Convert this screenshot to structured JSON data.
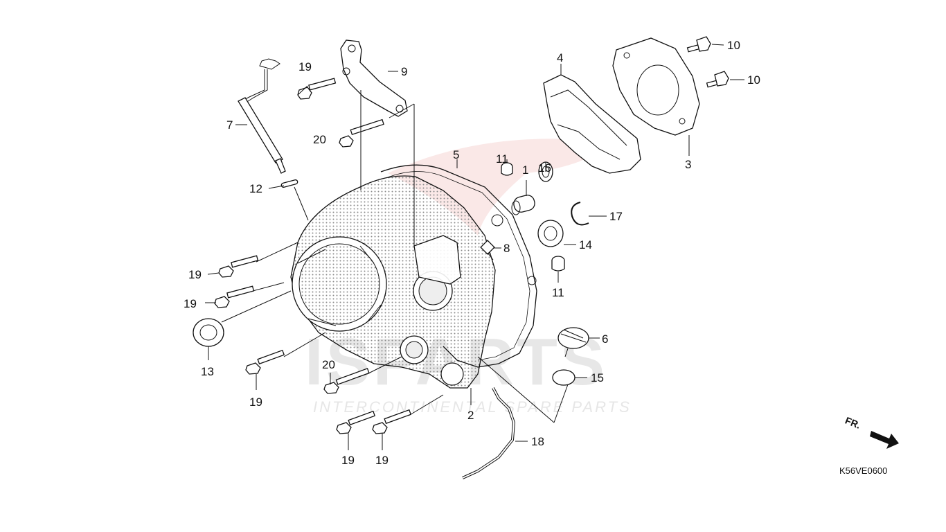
{
  "watermark": {
    "brand": "ISPARTS",
    "tagline": "INTERCONTINENTAL SPARE PARTS",
    "accent_color": "#e8322e",
    "gray_color": "#e6e6e6"
  },
  "diagram_code": "K56VE0600",
  "direction_label": "FR.",
  "callouts": [
    {
      "id": "c1",
      "label": "1"
    },
    {
      "id": "c2",
      "label": "2"
    },
    {
      "id": "c3",
      "label": "3"
    },
    {
      "id": "c4",
      "label": "4"
    },
    {
      "id": "c5",
      "label": "5"
    },
    {
      "id": "c6",
      "label": "6"
    },
    {
      "id": "c7",
      "label": "7"
    },
    {
      "id": "c8",
      "label": "8"
    },
    {
      "id": "c9",
      "label": "9"
    },
    {
      "id": "c10a",
      "label": "10"
    },
    {
      "id": "c10b",
      "label": "10"
    },
    {
      "id": "c11a",
      "label": "11"
    },
    {
      "id": "c11b",
      "label": "11"
    },
    {
      "id": "c12",
      "label": "12"
    },
    {
      "id": "c13",
      "label": "13"
    },
    {
      "id": "c14",
      "label": "14"
    },
    {
      "id": "c15",
      "label": "15"
    },
    {
      "id": "c16",
      "label": "16"
    },
    {
      "id": "c17",
      "label": "17"
    },
    {
      "id": "c18",
      "label": "18"
    },
    {
      "id": "c19a",
      "label": "19"
    },
    {
      "id": "c19b",
      "label": "19"
    },
    {
      "id": "c19c",
      "label": "19"
    },
    {
      "id": "c19d",
      "label": "19"
    },
    {
      "id": "c19e",
      "label": "19"
    },
    {
      "id": "c19f",
      "label": "19"
    },
    {
      "id": "c20a",
      "label": "20"
    },
    {
      "id": "c20b",
      "label": "20"
    }
  ]
}
